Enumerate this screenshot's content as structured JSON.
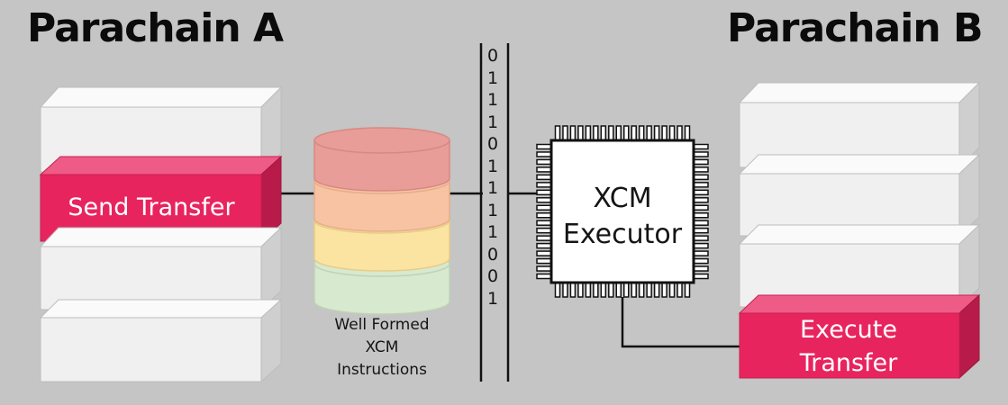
{
  "parachain_a": {
    "title": "Parachain A",
    "blocks": [
      "",
      "Send Transfer",
      "",
      ""
    ],
    "highlight_label": "Send Transfer"
  },
  "parachain_b": {
    "title": "Parachain B",
    "blocks": [
      "",
      "",
      "",
      "Execute Transfer"
    ],
    "highlight_label_line1": "Execute",
    "highlight_label_line2": "Transfer"
  },
  "database": {
    "label_line1": "Well Formed",
    "label_line2": "XCM",
    "label_line3": "Instructions",
    "layer_colors": [
      "#e89d98",
      "#f7c3a3",
      "#fbe3a1",
      "#d7e9cf"
    ]
  },
  "bitstream": [
    "0",
    "1",
    "1",
    "1",
    "0",
    "1",
    "1",
    "1",
    "1",
    "0",
    "0",
    "1"
  ],
  "chip": {
    "label_line1": "XCM",
    "label_line2": "Executor"
  },
  "colors": {
    "background": "#c4c5c4",
    "highlight": "#e8245e",
    "block_face": "#f0f0f0"
  }
}
